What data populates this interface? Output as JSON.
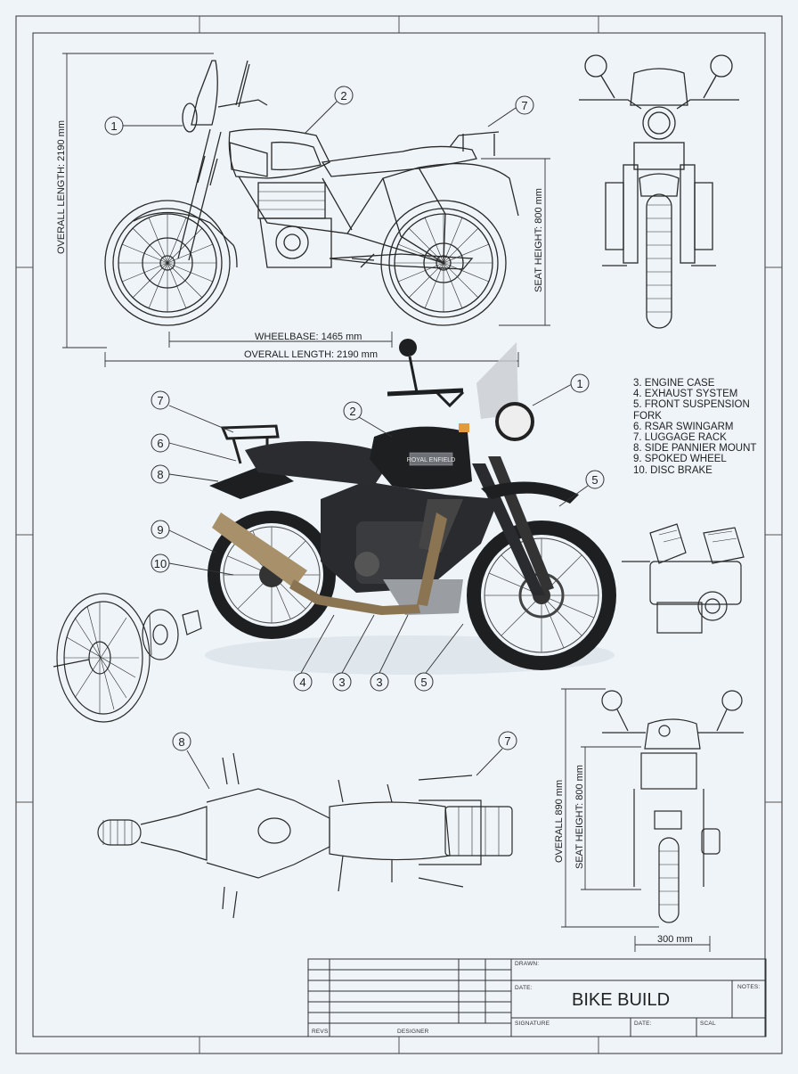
{
  "dimensions": {
    "overall_length_vertical": "OVERALL LENGTH: 2190 mm",
    "seat_height_side": "SEAT HEIGHT: 800 mm",
    "wheelbase": "WHEELBASE: 1465 mm",
    "overall_length_horizontal": "OVERALL LENGTH: 2190 mm",
    "overall_rear_vertical": "OVERALL 890 mm",
    "seat_height_rear": "SEAT HEIGHT: 800 mm",
    "rear_width": "300 mm"
  },
  "callouts": {
    "side_view": [
      "1",
      "2",
      "7"
    ],
    "main_render": [
      "7",
      "6",
      "8",
      "9",
      "10",
      "2",
      "1",
      "5",
      "4",
      "3",
      "3",
      "5"
    ],
    "top_view": [
      "8",
      "7"
    ]
  },
  "legend": [
    "3. ENGINE CASE",
    "4. EXHAUST SYSTEM",
    "5. FRONT SUSPENSION",
    "FORK",
    "6. RSAR SWINGARM",
    "7. LUGGAGE RACK",
    "8. SIDE PANNIER MOUNT",
    "9. SPOKED WHEEL",
    "10. DISC BRAKE"
  ],
  "tank_badge": "ROYAL ENFIELD",
  "title_block": {
    "title": "BIKE BUILD",
    "drawn_label": "DRAWN:",
    "date_label": "DATE:",
    "notes_label": "NOTES:",
    "revs_label": "REVS",
    "designer_label": "DESIGNER",
    "signature_label": "SIGNATURE",
    "date2_label": "DATE:",
    "scale_label": "SCAL"
  },
  "colors": {
    "paper": "#eef4f8",
    "line": "#2a2a2a",
    "bike_body": "#1e1f21",
    "exhaust": "#a8906a"
  }
}
